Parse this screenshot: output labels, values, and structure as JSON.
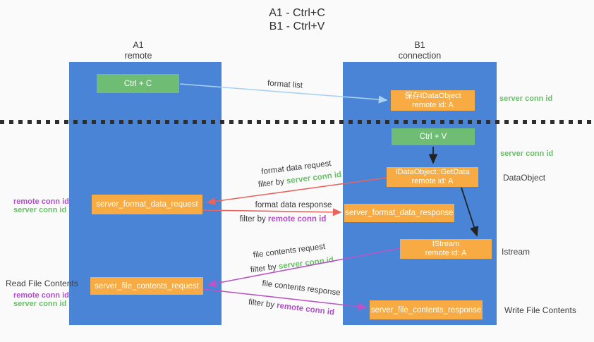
{
  "title": {
    "line1": "A1 - Ctrl+C",
    "line2": "B1 - Ctrl+V"
  },
  "lanes": {
    "left": {
      "name": "A1",
      "sub": "remote"
    },
    "right": {
      "name": "B1",
      "sub": "connection"
    }
  },
  "nodes": {
    "ctrl_c": {
      "label": "Ctrl + C"
    },
    "save_dataobject": {
      "line1": "保存IDataObject",
      "line2": "remote id: A"
    },
    "ctrl_v": {
      "label": "Ctrl + V"
    },
    "getdata": {
      "line1": "IDataObject::GetData",
      "line2": "remote id: A"
    },
    "istream": {
      "line1": "IStream",
      "line2": "remote id: A"
    },
    "format_request": {
      "label": "server_format_data_request"
    },
    "format_response": {
      "label": "server_format_data_response"
    },
    "file_request": {
      "label": "server_file_contents_request"
    },
    "file_response": {
      "label": "server_file_contents_response"
    }
  },
  "flow": {
    "format_list": "format list",
    "format_data_request": "format data request",
    "filter_server_1": {
      "pre": "filter by ",
      "id": "server conn id"
    },
    "format_data_response": "format data response",
    "filter_remote_1": {
      "pre": "filter by ",
      "id": "remote conn id"
    },
    "file_contents_request": "file contents request",
    "filter_server_2": {
      "pre": "filter by ",
      "id": "server conn id"
    },
    "file_contents_response": "file contents response",
    "filter_remote_2": {
      "pre": "filter by ",
      "id": "remote conn id"
    }
  },
  "side": {
    "server_conn_id_top": "server conn id",
    "server_conn_id_mid": "server conn id",
    "dataobject": "DataObject",
    "istream": "Istream",
    "write_file_contents": "Write File Contents",
    "read_file_contents": "Read File Contents",
    "left_mid_remote": "remote conn id",
    "left_mid_server": "server conn id",
    "left_bottom_remote": "remote conn id",
    "left_bottom_server": "server conn id"
  },
  "colors": {
    "lane_blue": "#4a84d7",
    "box_green": "#6fbd74",
    "box_orange": "#f7ab42",
    "arrow_light_blue": "#a8d2f0",
    "arrow_red": "#e7635c",
    "arrow_purple": "#ba55c6",
    "arrow_black": "#222222",
    "text_green": "#6abf69",
    "text_purple": "#b14fc9",
    "background": "#fafafa"
  }
}
